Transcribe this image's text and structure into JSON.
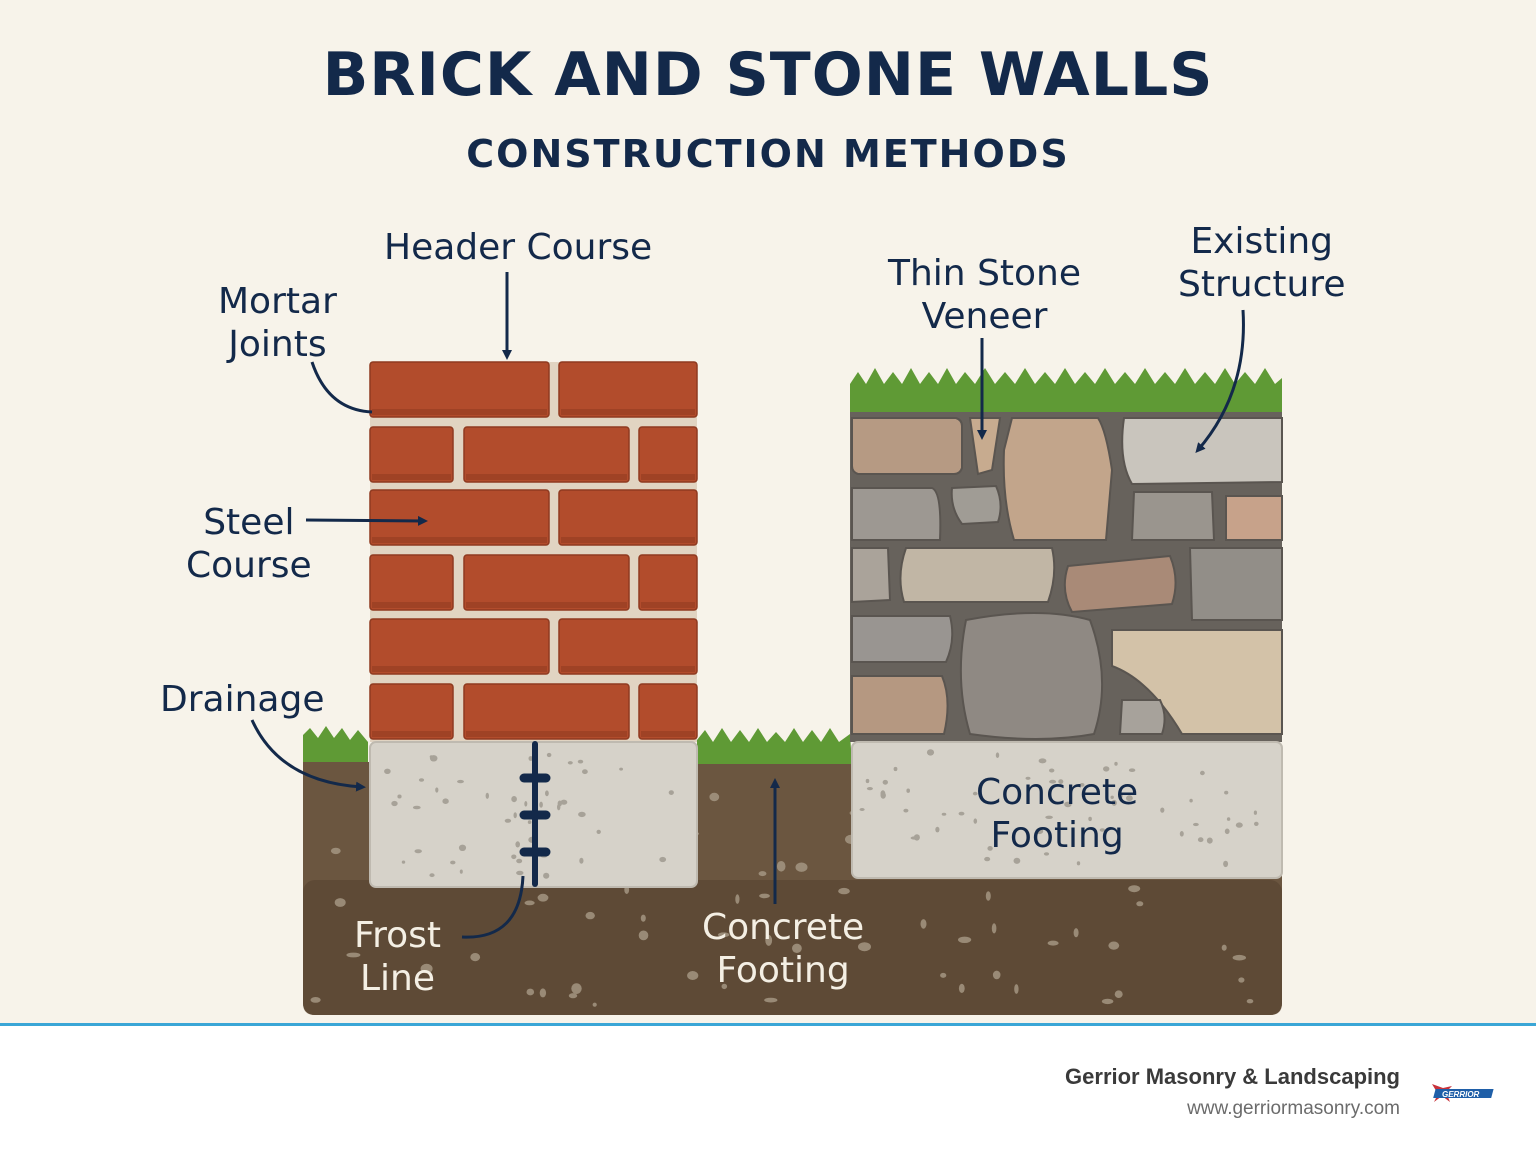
{
  "title": "BRICK AND STONE WALLS",
  "subtitle": "CONSTRUCTION METHODS",
  "labels": {
    "header_course": "Header Course",
    "mortar_joints": "Mortar\nJoints",
    "steel_course": "Steel\nCourse",
    "drainage": "Drainage",
    "frost_line": "Frost\nLine",
    "concrete_footing_ground": "Concrete\nFooting",
    "thin_stone_veneer": "Thin Stone\nVeneer",
    "existing_structure": "Existing\nStructure",
    "concrete_footing_stone": "Concrete\nFooting"
  },
  "footer": {
    "company": "Gerrior Masonry & Landscaping",
    "url": "www.gerriormasonry.com",
    "logo_text": "GERRIOR"
  },
  "colors": {
    "background": "#f7f3ea",
    "text": "#13294a",
    "brick": "#b24c2c",
    "mortar": "#e1d4c2",
    "concrete": "#d6d2c9",
    "soil": "#6b5640",
    "grass": "#5f9a35",
    "accent_line": "#3aa6d6"
  }
}
